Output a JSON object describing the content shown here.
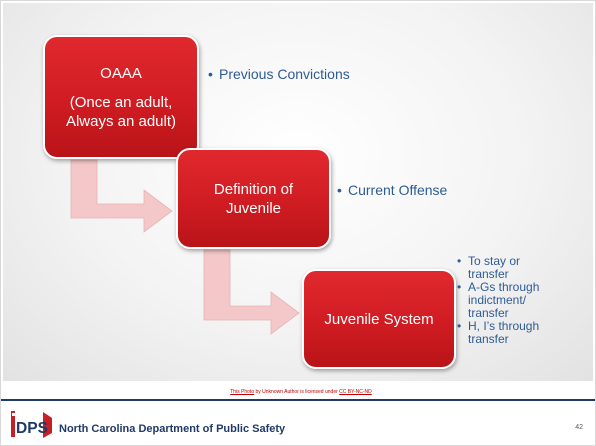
{
  "diagram": {
    "boxes": [
      {
        "lines": [
          "OAAA",
          "(Once an adult,",
          "Always an adult)"
        ]
      },
      {
        "lines": [
          "Definition of",
          "Juvenile"
        ]
      },
      {
        "lines": [
          "Juvenile System"
        ]
      }
    ],
    "notes": [
      [
        "Previous Convictions"
      ],
      [
        "Current Offense"
      ],
      [
        "To stay or transfer",
        "A-Gs through indictment/ transfer",
        "H, I’s through transfer"
      ]
    ]
  },
  "attribution": {
    "link_text": "This Photo",
    "middle_text": " by Unknown Author is licensed under ",
    "license_text": "CC BY-NC-ND"
  },
  "footer": {
    "logo_text": "DPS",
    "org_name": "North Carolina Department of Public Safety",
    "page_number": "42"
  },
  "colors": {
    "box_red": "#cf1c22",
    "arrow_pink": "#f4c7c8",
    "bullet_blue": "#2f5b95",
    "footer_navy": "#1f3a68"
  }
}
